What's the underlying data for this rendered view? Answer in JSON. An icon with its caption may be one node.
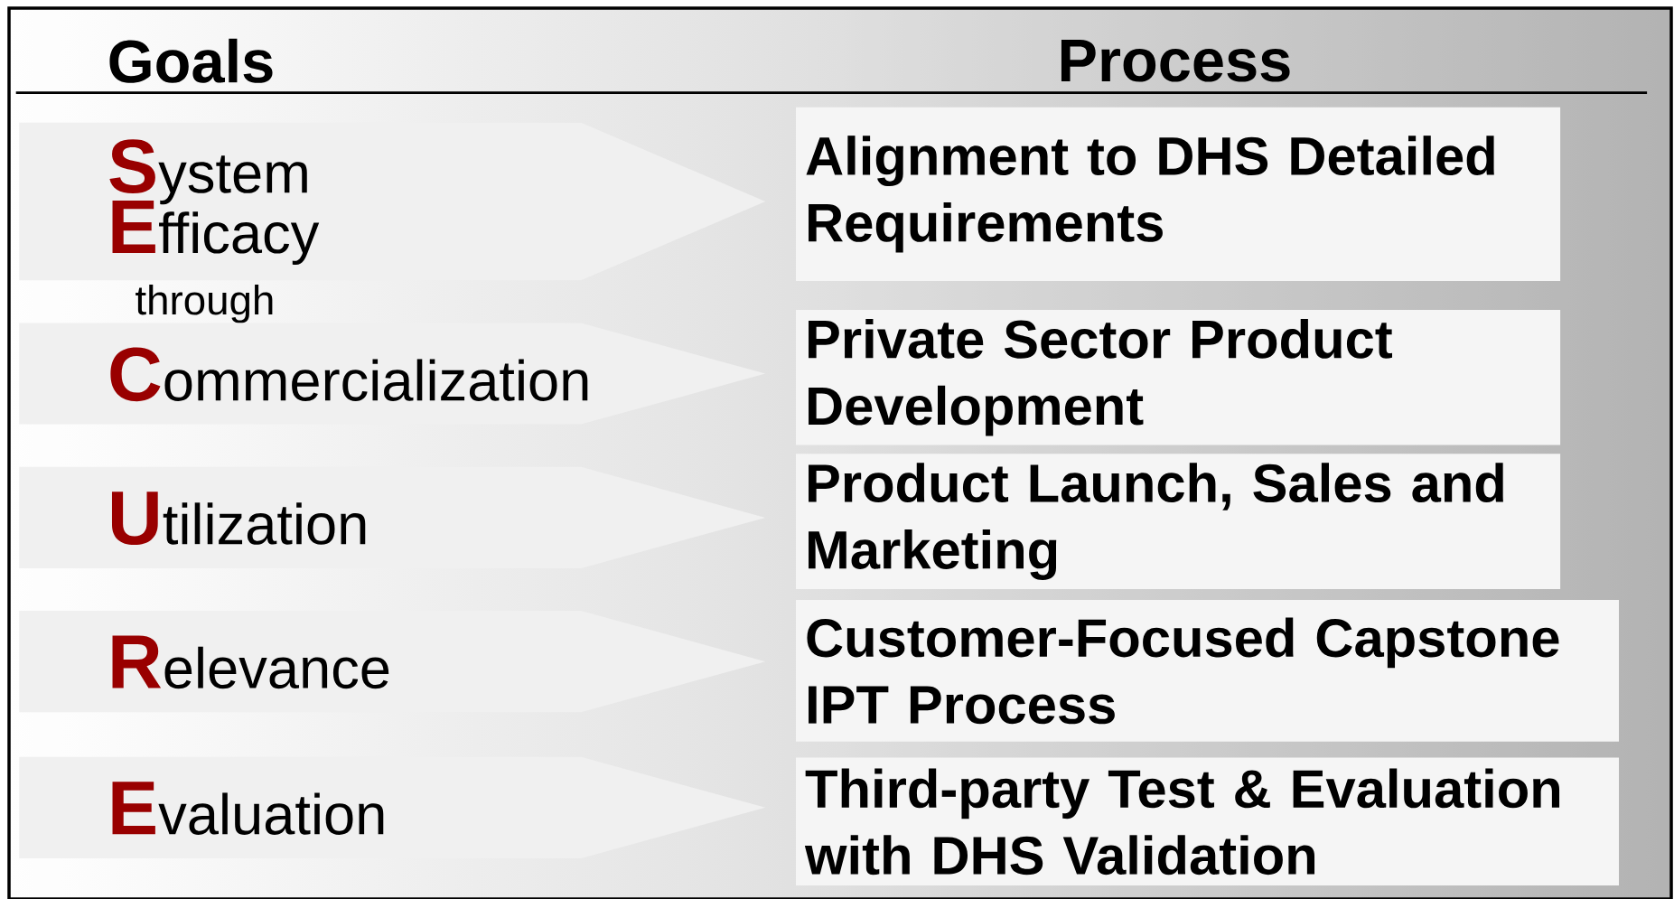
{
  "diagram": {
    "nodes": [
      {
        "text": [
          "**S**ystem",
          "**E**fficacy"
        ]
      },
      {
        "text": [
          "**C**ommercialization"
        ]
      },
      {
        "text": [
          "**U**tilization"
        ]
      },
      {
        "text": [
          "**R**elevance"
        ]
      },
      {
        "text": [
          "**E**valuation"
        ]
      },
      {
        "text": [
          "Alignment to DHS Detailed Requirements"
        ]
      },
      {
        "text": [
          "Private Sector Product Development"
        ]
      },
      {
        "text": [
          "Product Launch, Sales and Marketing"
        ]
      },
      {
        "text": [
          "Customer-Focused Capstone IPT Process"
        ]
      },
      {
        "text": [
          "Third-party Test & Evaluation with DHS Validation"
        ]
      }
    ],
    "labels": [
      "Goals",
      "Process",
      "through"
    ]
  }
}
